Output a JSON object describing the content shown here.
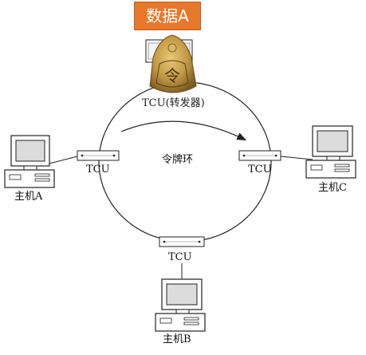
{
  "diagram": {
    "data_label": "数据A",
    "token_caption": "TCU(转发器)",
    "token_glyph": "令",
    "ring_label": "令牌环",
    "tcu_label": "TCU",
    "hosts": {
      "a": "主机A",
      "b": "主机B",
      "c": "主机C"
    }
  },
  "colors": {
    "data_box": "#e8782c",
    "token_gold": "#c9a048",
    "line": "#222222"
  }
}
